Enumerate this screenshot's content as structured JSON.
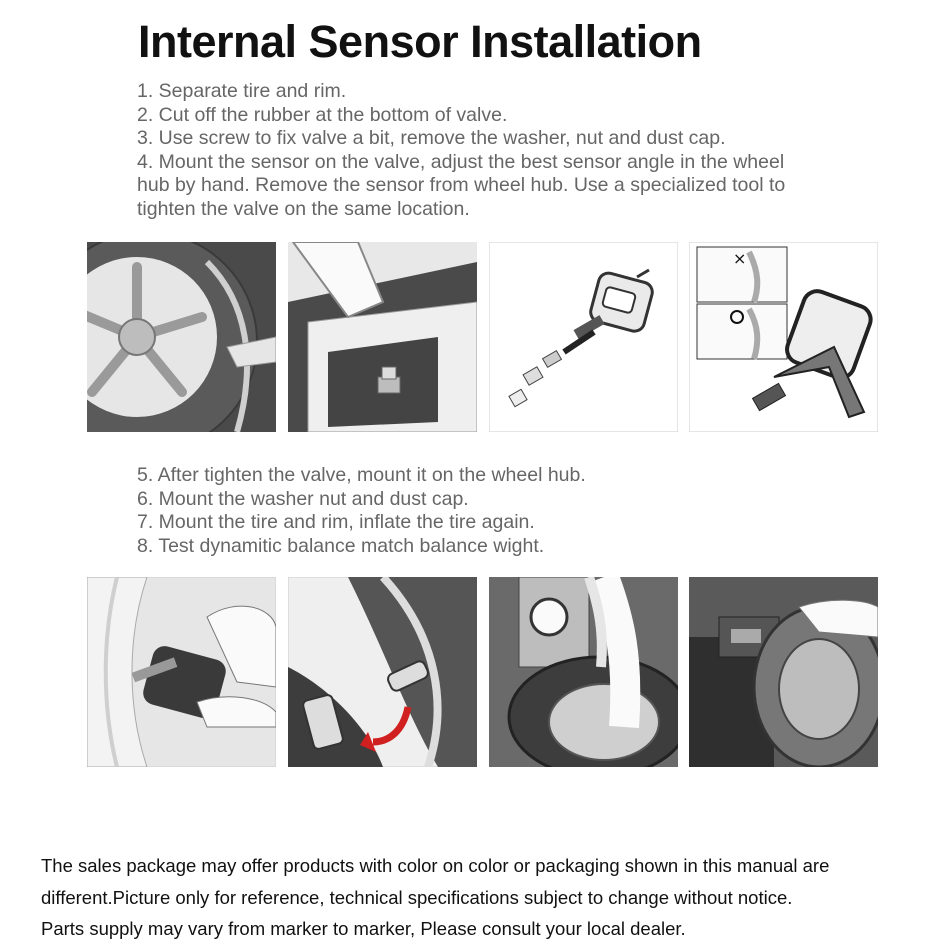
{
  "header": {
    "title": "Internal Sensor Installation"
  },
  "steps_group_1": [
    "1. Separate tire and rim.",
    "2. Cut off the rubber at the bottom of valve.",
    "3. Use screw to fix valve a bit, remove the washer, nut and dust cap.",
    "4. Mount the sensor on the valve, adjust the best sensor angle in the wheel",
    "hub by hand. Remove the sensor from wheel hub. Use a specialized tool to",
    "tighten the valve on the same location."
  ],
  "steps_group_2": [
    "5. After tighten the valve, mount it on the wheel hub.",
    "6. Mount the washer nut and dust cap.",
    "7. Mount the tire and rim, inflate the tire again.",
    "8. Test dynamitic balance match balance wight."
  ],
  "illustration_marks": {
    "wrong": "×"
  },
  "footer": [
    "The sales package may offer products with color on color or packaging shown in this manual are",
    "different.Picture only for reference, technical specifications subject to change without notice.",
    "Parts supply may vary from marker to marker, Please consult your local dealer."
  ],
  "colors": {
    "panel_dark": "#4a4a4a",
    "panel_mid": "#7a7a7a",
    "panel_light": "#e6e6e6",
    "arrow_red": "#d02020",
    "accent_orange": "#e08a3a"
  }
}
